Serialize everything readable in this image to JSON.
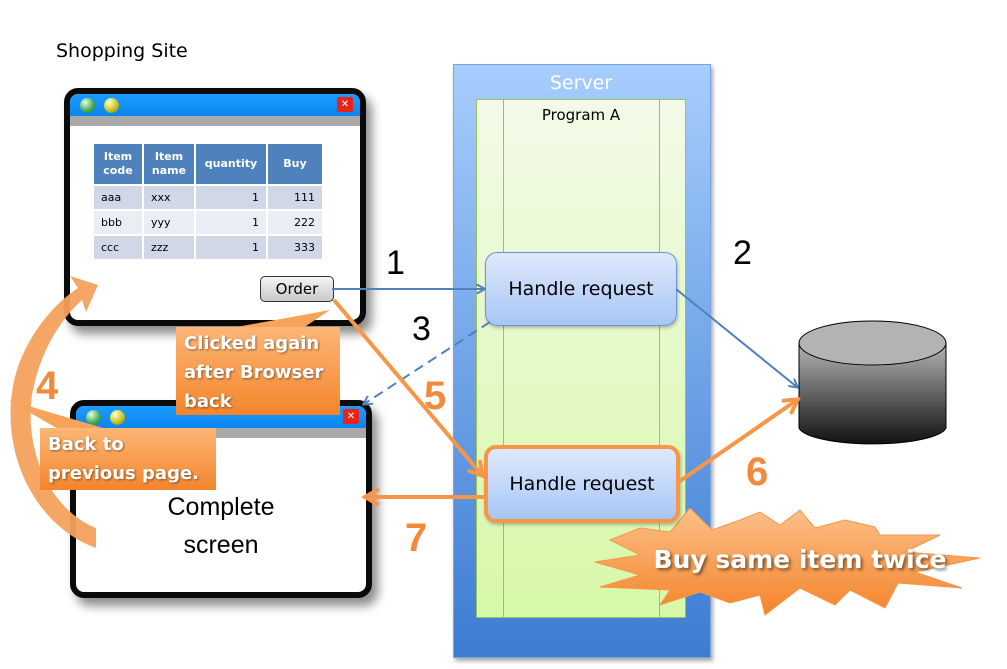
{
  "site_title": "Shopping Site",
  "order_window": {
    "table": {
      "headers": [
        "Item code",
        "Item name",
        "quantity",
        "Buy"
      ],
      "rows": [
        [
          "aaa",
          "xxx",
          "1",
          "111"
        ],
        [
          "bbb",
          "yyy",
          "1",
          "222"
        ],
        [
          "ccc",
          "zzz",
          "1",
          "333"
        ]
      ]
    },
    "order_button": "Order"
  },
  "complete_window": {
    "line1": "Complete",
    "line2": "screen"
  },
  "server": {
    "label": "Server",
    "program_label": "Program A",
    "handle_1": "Handle request",
    "handle_2": "Handle request"
  },
  "steps": {
    "s1": "1",
    "s2": "2",
    "s3": "3",
    "s4": "4",
    "s5": "5",
    "s6": "6",
    "s7": "7"
  },
  "callouts": {
    "clicked_again": [
      "Clicked again",
      "after Browser",
      "back"
    ],
    "back_to_previous": [
      "Back to",
      "previous page."
    ]
  },
  "burst": "Buy same item twice",
  "colors": {
    "normal_flow": "#4f81bd",
    "problem_flow": "#f79646",
    "server": "#4a86d8",
    "program": "#e4f7c8"
  }
}
